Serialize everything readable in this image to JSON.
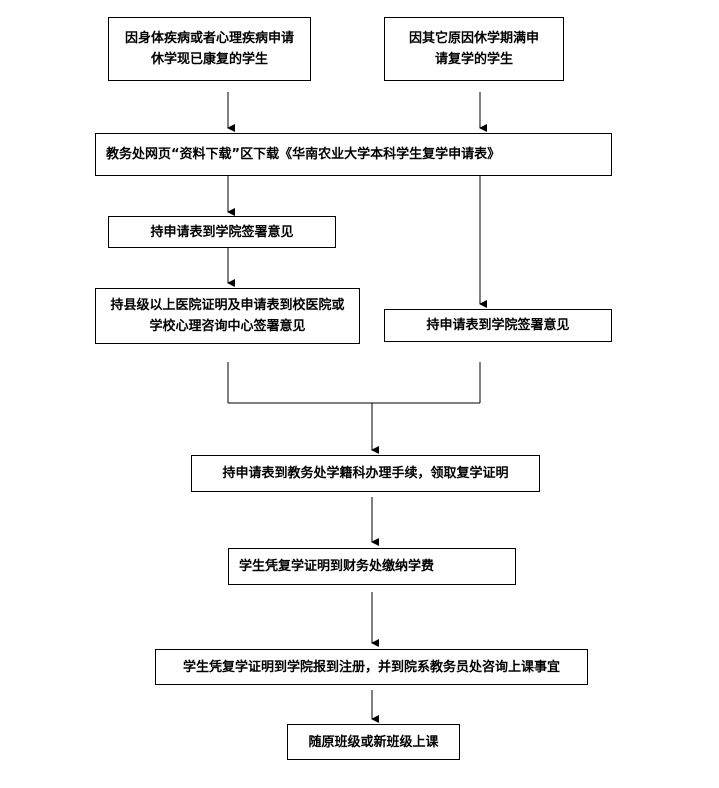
{
  "nodes": {
    "illness_students": "因身体疾病或者心理疾病申请休学现已康复的学生",
    "other_students": "因其它原因休学期满申请复学的学生",
    "download_form": "教务处网页“资料下载”区下载《华南农业大学本科学生复学申请表》",
    "college_sign_left": "持申请表到学院签署意见",
    "hospital_cert": "持县级以上医院证明及申请表到校医院或学校心理咨询中心签署意见",
    "college_sign_right": "持申请表到学院签署意见",
    "registry_procedure": "持申请表到教务处学籍科办理手续，领取复学证明",
    "pay_tuition": "学生凭复学证明到财务处缴纳学费",
    "register_consult": "学生凭复学证明到学院报到注册，并到院系教务员处咨询上课事宜",
    "attend_class": "随原班级或新班级上课"
  }
}
